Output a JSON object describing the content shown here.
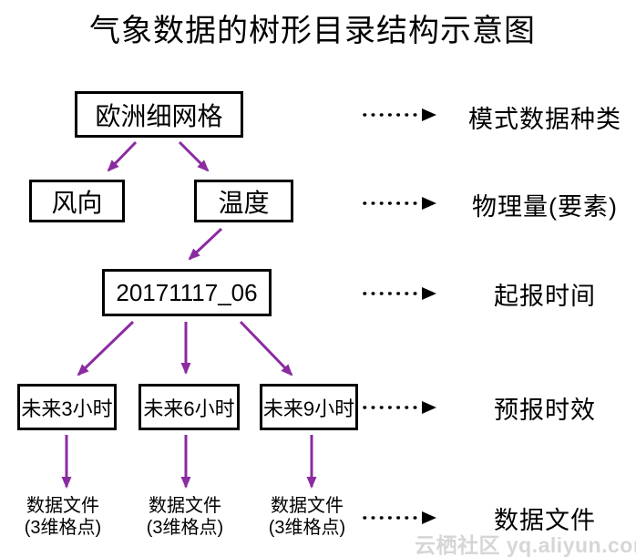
{
  "title": "气象数据的树形目录结构示意图",
  "colors": {
    "arrow": "#8b2ba1",
    "ink": "#000000",
    "watermark": "#d6d6d6"
  },
  "tree": {
    "root": "欧洲细网格",
    "wind": "风向",
    "temp": "温度",
    "time": "20171117_06",
    "h3": "未来3小时",
    "h6": "未来6小时",
    "h9": "未来9小时",
    "file_line1": "数据文件",
    "file_line2": "(3维格点)"
  },
  "legend": [
    "模式数据种类",
    "物理量(要素)",
    "起报时间",
    "预报时效",
    "数据文件"
  ],
  "watermark": "云栖社区 yq.aliyun.com"
}
